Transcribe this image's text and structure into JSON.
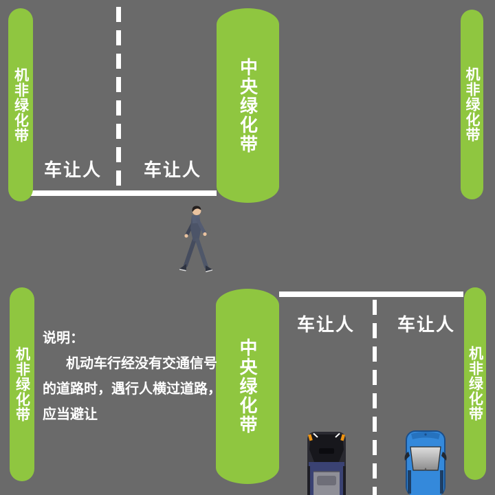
{
  "colors": {
    "road": "#6a6a6a",
    "greenbelt": "#8fc640",
    "marking": "#ffffff",
    "text": "#ffffff"
  },
  "greenbelts": {
    "top_left": "机非绿化带",
    "top_center": "中央绿化带",
    "top_right": "机非绿化带",
    "bottom_left": "机非绿化带",
    "bottom_center": "中央绿化带",
    "bottom_right": "机非绿化带"
  },
  "yield_labels": {
    "top_left": "车让人",
    "top_right": "车让人",
    "bottom_left": "车让人",
    "bottom_right": "车让人"
  },
  "note": {
    "title": "说明：",
    "line1": "机动车行经没有交通信号",
    "line2": "的道路时，遇行人横过道路，",
    "line3": "应当避让"
  },
  "icons": {
    "pedestrian": "pedestrian-walking-icon",
    "dark_car": "dark-car-top-view-icon",
    "blue_car": "blue-car-top-view-icon"
  }
}
